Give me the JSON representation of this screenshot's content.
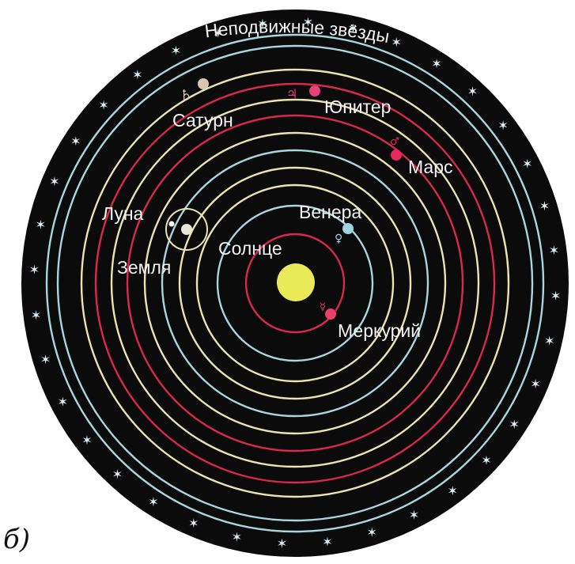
{
  "figure": {
    "caption": "б)",
    "title_arc": "Неподвижные звёзды",
    "colors": {
      "background": "#0b0b0b",
      "ring_cyan": "#a9d6de",
      "ring_yellow": "#e8e4b0",
      "ring_red": "#d8284f",
      "sun": "#e9ea58",
      "star": "#dff0f4"
    },
    "bodies": {
      "sun": {
        "label": "Солнце"
      },
      "mercury": {
        "label": "Меркурий",
        "symbol": "☿",
        "color": "#e7416a"
      },
      "venus": {
        "label": "Венера",
        "symbol": "♀",
        "color": "#9fd3df"
      },
      "earth": {
        "label": "Земля",
        "color": "#e6e6d6"
      },
      "moon": {
        "label": "Луна",
        "color": "#ffffff"
      },
      "mars": {
        "label": "Марс",
        "symbol": "♂",
        "color": "#e4285a"
      },
      "jupiter": {
        "label": "Юпитер",
        "symbol": "♃",
        "color": "#e8427a"
      },
      "saturn": {
        "label": "Сатурн",
        "symbol": "♄",
        "color": "#d8c7b0"
      }
    }
  }
}
